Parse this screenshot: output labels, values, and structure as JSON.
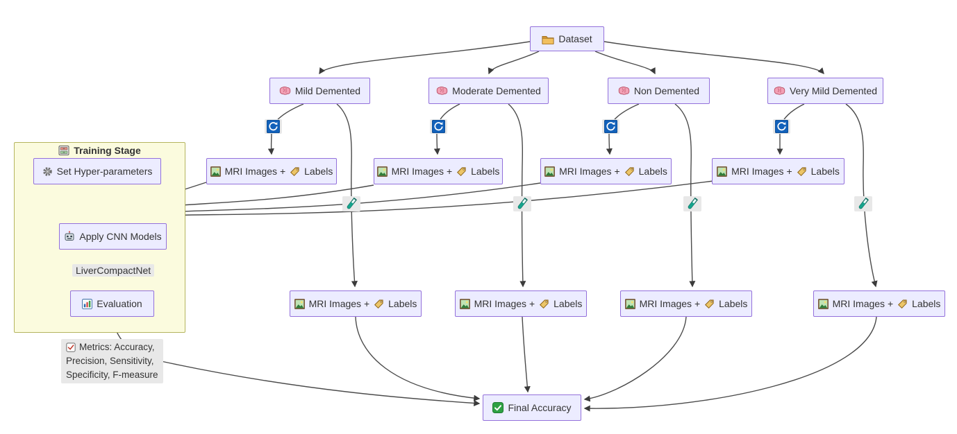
{
  "nodes": {
    "dataset": "Dataset",
    "mild": "Mild Demented",
    "moderate": "Moderate Demented",
    "non": "Non Demented",
    "very_mild": "Very Mild Demented",
    "mri_part1": "MRI Images +",
    "mri_part2": "Labels",
    "hyper": "Set Hyper-parameters",
    "cnn": "Apply CNN Models",
    "evaluation": "Evaluation",
    "final": "Final Accuracy"
  },
  "cluster": {
    "title": "Training Stage"
  },
  "edge_labels": {
    "model": "LiverCompactNet",
    "metrics_line1": "Metrics: Accuracy,",
    "metrics_line2": "Precision, Sensitivity,",
    "metrics_line3": "Specificity, F-measure"
  },
  "icons": {
    "dataset": "folder-icon",
    "category": "brain-icon",
    "train_edge": "refresh-icon",
    "test_edge": "test-tube-icon",
    "mri": "image-icon",
    "labels": "tag-icon",
    "cluster": "archive-box-icon",
    "hyper": "gear-icon",
    "cnn": "robot-icon",
    "evaluation": "bar-chart-icon",
    "metrics": "checkbox-icon",
    "final": "green-check-icon"
  },
  "colors": {
    "node_fill": "#ececff",
    "node_border": "#9370db",
    "cluster_fill": "#fbfbde",
    "cluster_border": "#b4b45e",
    "edge": "#4a4a4a",
    "edge_label_bg": "#e8e8e8"
  }
}
